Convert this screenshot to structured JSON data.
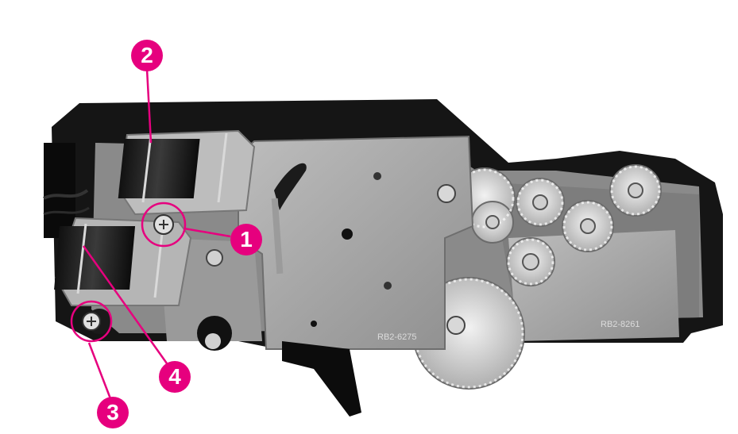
{
  "photo": {
    "stamps": {
      "left_plate": "RB2-6275",
      "right_plate": "RB2-8261"
    }
  },
  "callouts": [
    {
      "label": "1"
    },
    {
      "label": "2"
    },
    {
      "label": "3"
    },
    {
      "label": "4"
    }
  ],
  "colors": {
    "callout": "#e6007e",
    "callout_text": "#ffffff"
  }
}
